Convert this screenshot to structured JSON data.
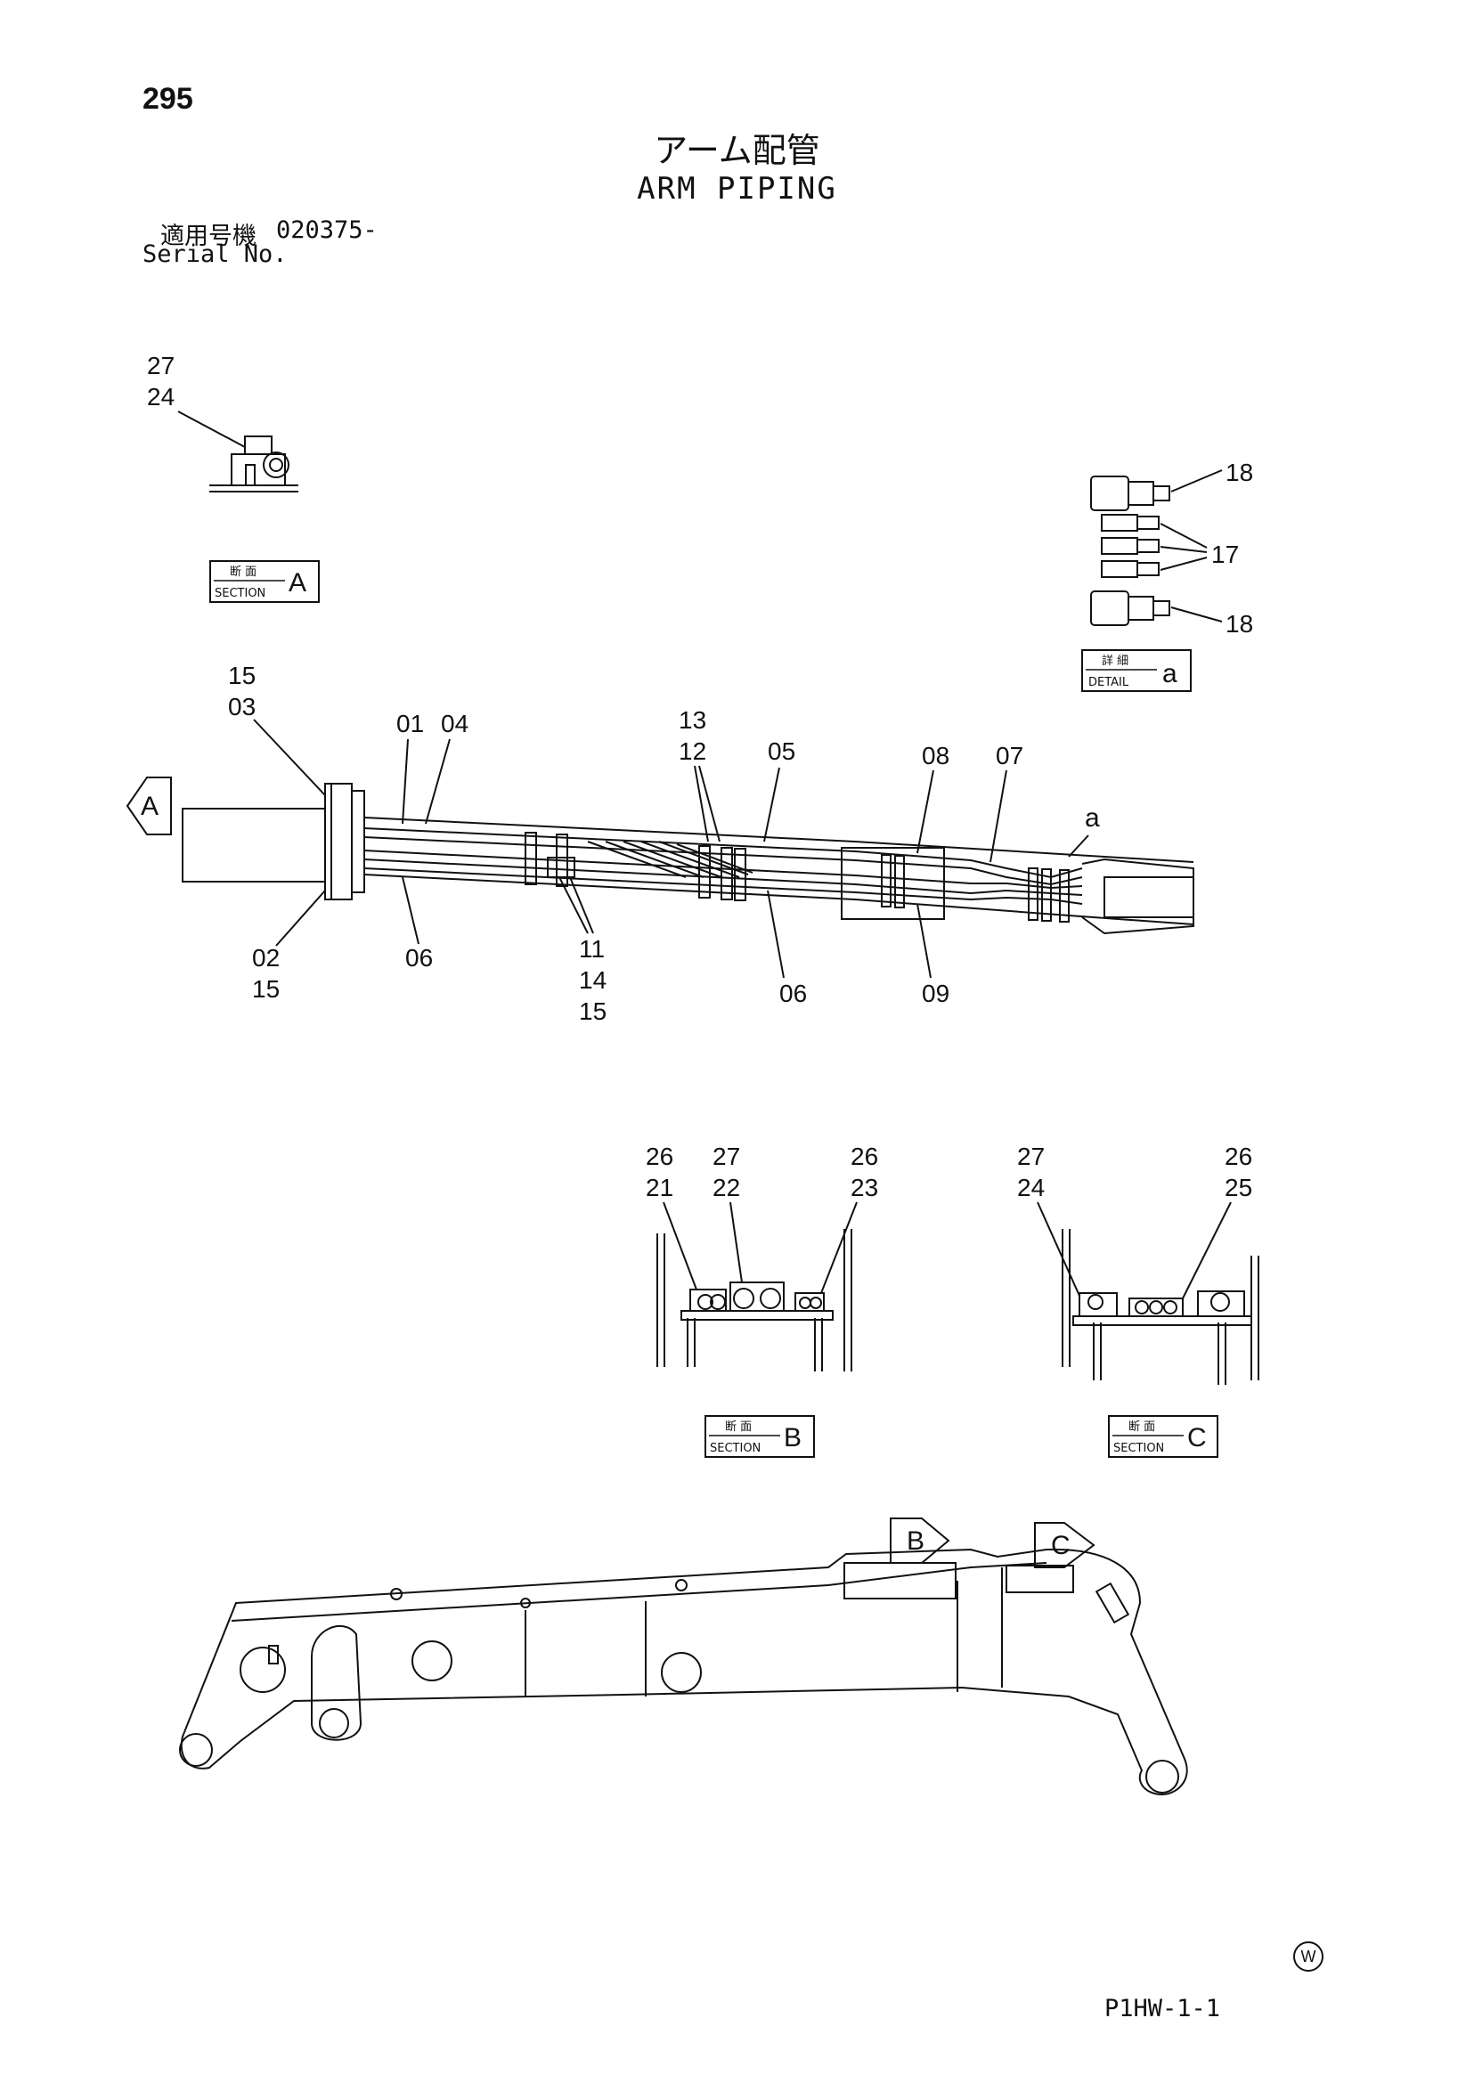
{
  "header": {
    "page_number": "295",
    "title_ja": "アーム配管",
    "title_en": "ARM PIPING",
    "serial_ja": "適用号機",
    "serial_value": "020375-",
    "serial_en": "Serial No."
  },
  "footer": {
    "doc_code": "P1HW-1-1",
    "watermark": "W"
  },
  "section_tags": {
    "a": {
      "ja": "断 面",
      "en": "SECTION",
      "letter": "A"
    },
    "detail": {
      "ja": "詳 細",
      "en": "DETAIL",
      "letter": "a"
    },
    "b": {
      "ja": "断 面",
      "en": "SECTION",
      "letter": "B"
    },
    "c": {
      "ja": "断 面",
      "en": "SECTION",
      "letter": "C"
    }
  },
  "view_markers": {
    "a": "A",
    "b": "B",
    "c": "C",
    "detail_callout": "a"
  },
  "callouts": {
    "secA_27": "27",
    "secA_24": "24",
    "det_18_top": "18",
    "det_17": "17",
    "det_18_bot": "18",
    "main_15_top": "15",
    "main_03": "03",
    "main_01": "01",
    "main_04": "04",
    "main_13": "13",
    "main_12": "12",
    "main_05": "05",
    "main_08": "08",
    "main_07": "07",
    "main_02": "02",
    "main_15_left": "15",
    "main_06_left": "06",
    "main_11": "11",
    "main_14": "14",
    "main_15_mid": "15",
    "main_06_right": "06",
    "main_09": "09",
    "secB_26a": "26",
    "secB_21": "21",
    "secB_27": "27",
    "secB_22": "22",
    "secB_26b": "26",
    "secB_23": "23",
    "secC_27": "27",
    "secC_24": "24",
    "secC_26": "26",
    "secC_25": "25"
  }
}
